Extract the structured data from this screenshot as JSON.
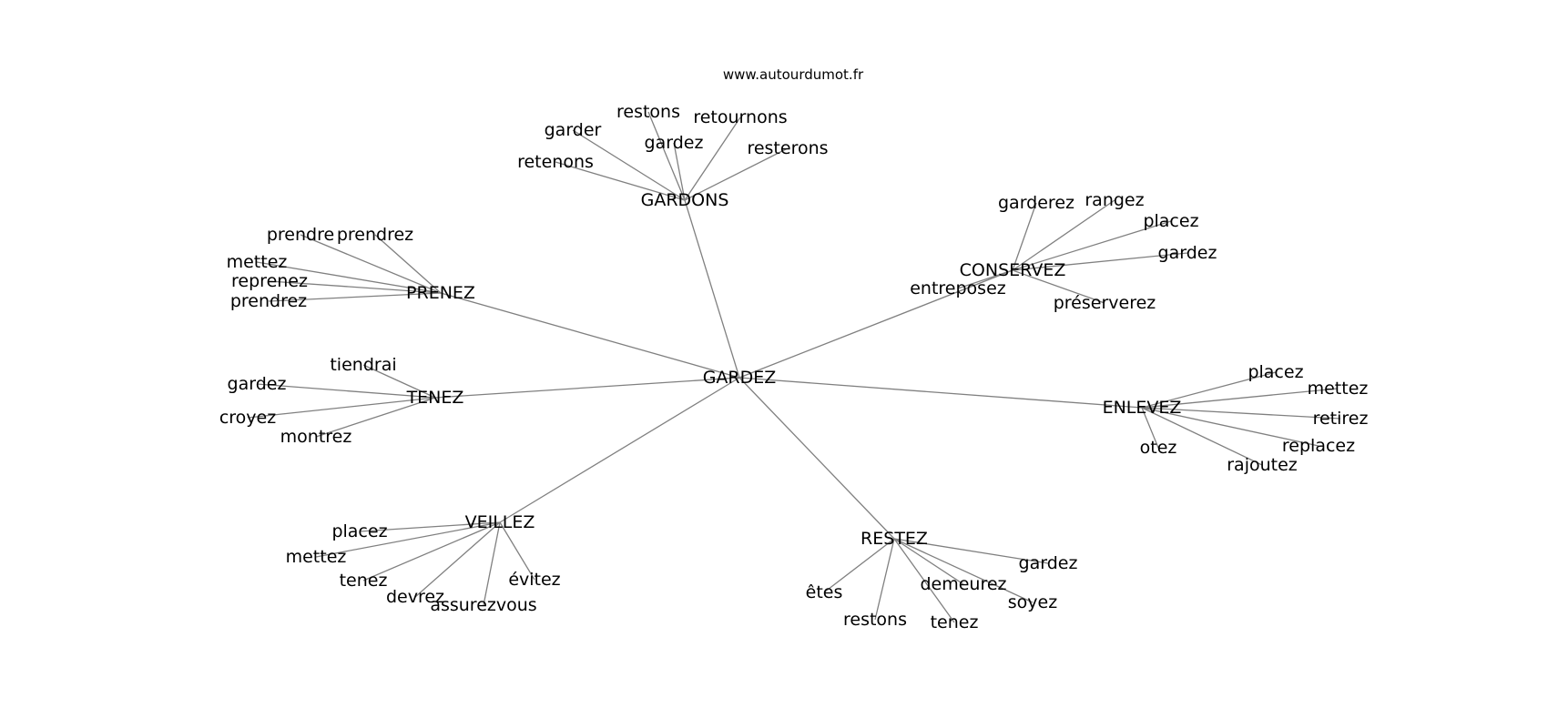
{
  "source_label": "www.autourdumot.fr",
  "graph": {
    "root": "GARDEZ",
    "groups": [
      {
        "hub": "GARDONS",
        "leaves": [
          "restons",
          "retournons",
          "garder",
          "gardez",
          "resterons",
          "retenons"
        ]
      },
      {
        "hub": "CONSERVEZ",
        "leaves": [
          "garderez",
          "rangez",
          "placez",
          "gardez",
          "entreposez",
          "préserverez"
        ]
      },
      {
        "hub": "PRENEZ",
        "leaves": [
          "prendre",
          "prendrez",
          "mettez",
          "reprenez",
          "prendrez"
        ]
      },
      {
        "hub": "TENEZ",
        "leaves": [
          "tiendrai",
          "gardez",
          "croyez",
          "montrez"
        ]
      },
      {
        "hub": "ENLEVEZ",
        "leaves": [
          "placez",
          "mettez",
          "retirez",
          "replacez",
          "otez",
          "rajoutez"
        ]
      },
      {
        "hub": "VEILLEZ",
        "leaves": [
          "placez",
          "mettez",
          "tenez",
          "évitez",
          "devrez",
          "assurezvous"
        ]
      },
      {
        "hub": "RESTEZ",
        "leaves": [
          "gardez",
          "demeurez",
          "soyez",
          "êtes",
          "restons",
          "tenez"
        ]
      }
    ]
  }
}
